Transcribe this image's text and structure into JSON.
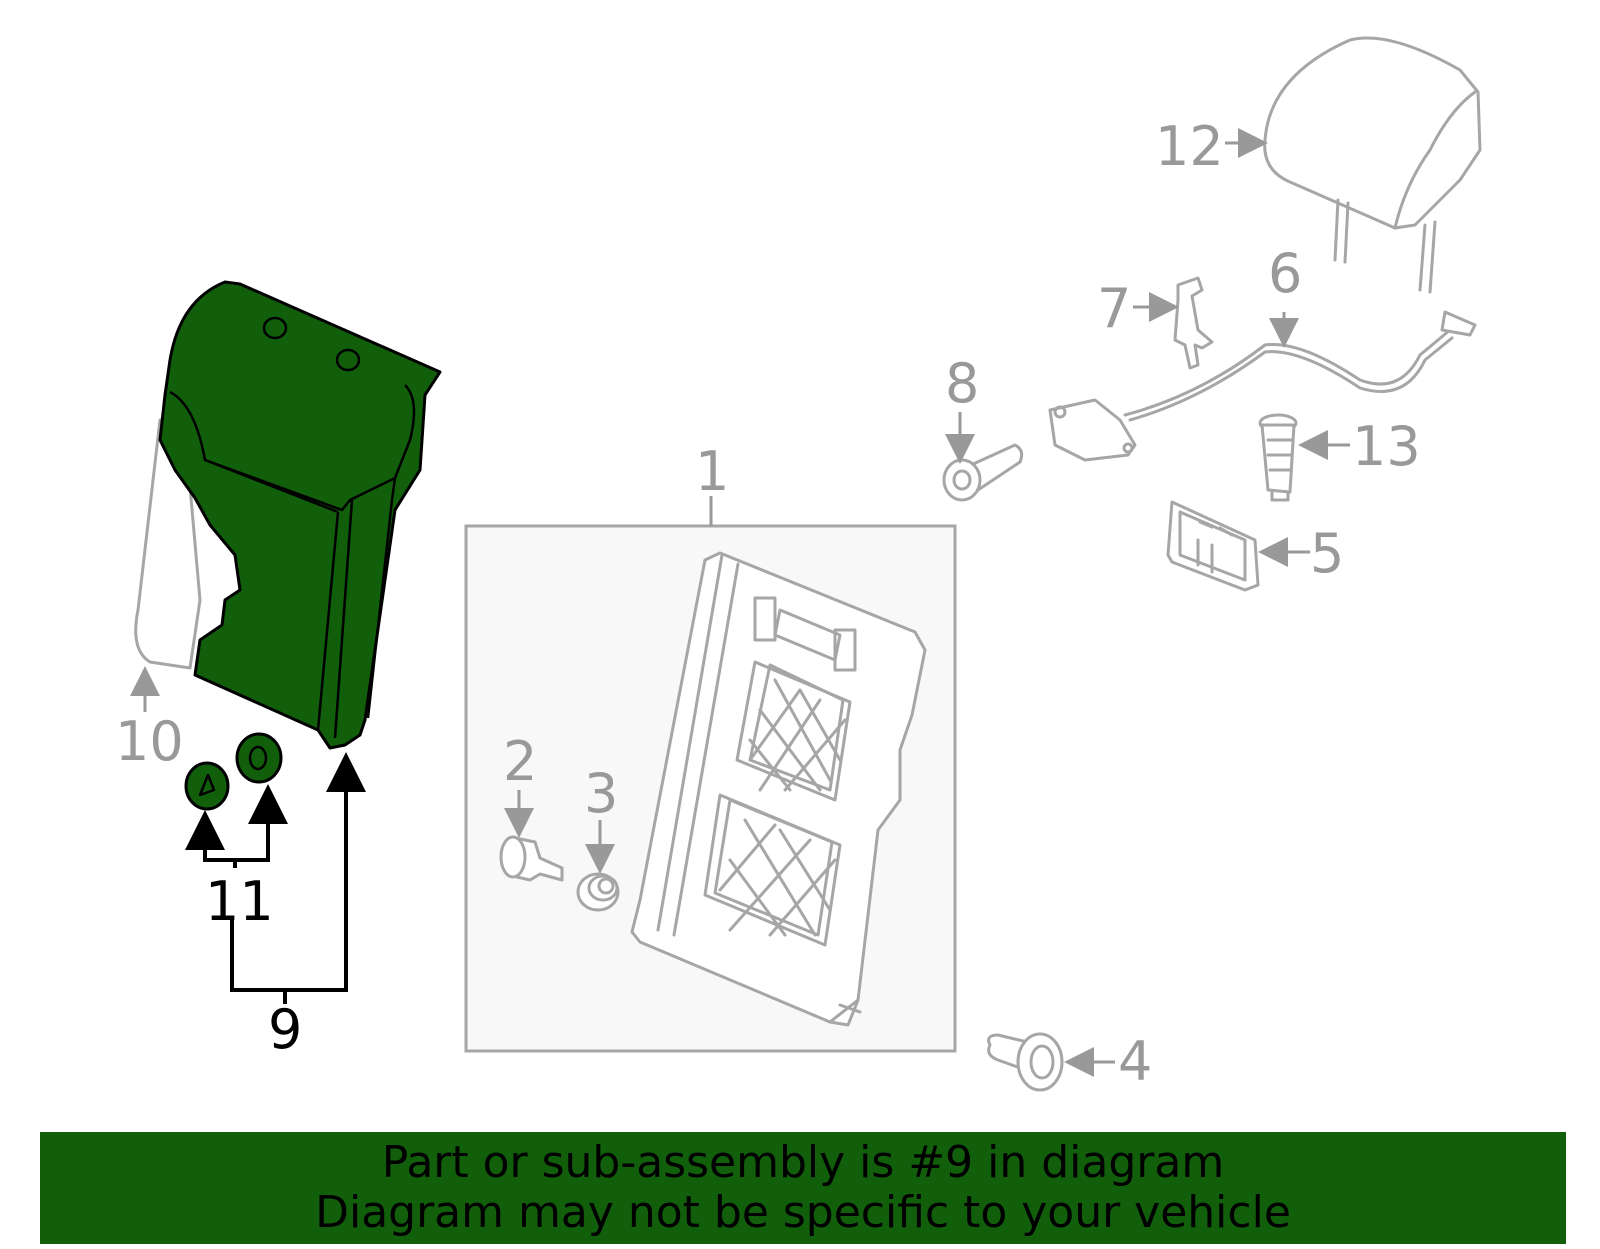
{
  "callouts": {
    "c1": "1",
    "c2": "2",
    "c3": "3",
    "c4": "4",
    "c5": "5",
    "c6": "6",
    "c7": "7",
    "c8": "8",
    "c9": "9",
    "c10": "10",
    "c11": "11",
    "c12": "12",
    "c13": "13"
  },
  "highlight_part": "9",
  "colors": {
    "highlight": "#115e0b",
    "line": "#a6a6a6",
    "callout": "#999999"
  },
  "banner": {
    "line1": "Part or sub-assembly is #9 in diagram",
    "line2": "Diagram may not be specific to your vehicle"
  }
}
